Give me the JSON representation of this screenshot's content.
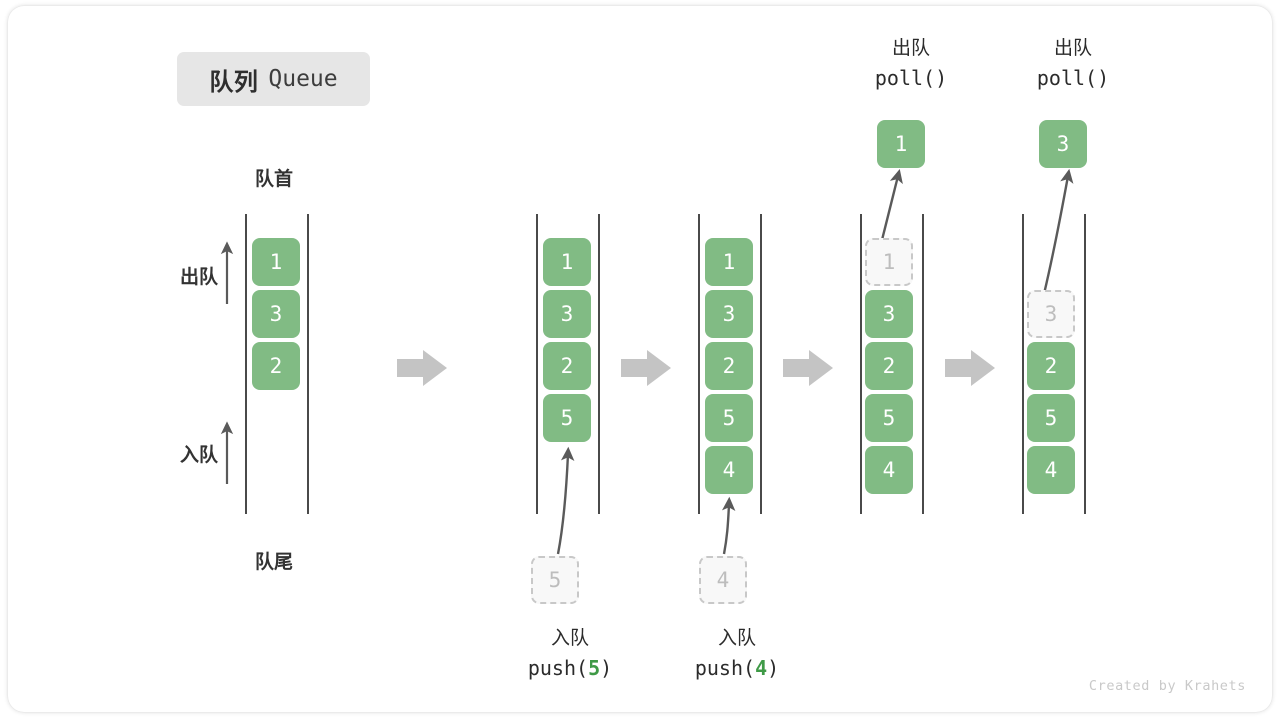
{
  "title": {
    "cn": "队列",
    "en": "Queue"
  },
  "labels": {
    "front": "队首",
    "rear": "队尾",
    "dequeue": "出队",
    "enqueue": "入队"
  },
  "colors": {
    "element": "#81bb84",
    "ghost_border": "#c8c8c8",
    "ghost_fill": "#f8f8f8",
    "rail": "#4a4a4a",
    "arrow": "#5a5a5a",
    "step_arrow": "#c4c4c4",
    "badge_bg": "#e6e6e6",
    "code_number": "#3f9a47",
    "credit": "#c9c9c9"
  },
  "stages": [
    {
      "name": "initial",
      "cells": [
        "1",
        "3",
        "2"
      ],
      "ghost_top": null,
      "ghost_top_slot": null,
      "popped": null,
      "incoming": null,
      "caption_cn": null,
      "caption_fn": null,
      "caption_arg": null
    },
    {
      "name": "push-5",
      "cells": [
        "1",
        "3",
        "2",
        "5"
      ],
      "ghost_top": null,
      "ghost_top_slot": null,
      "popped": null,
      "incoming": "5",
      "caption_cn": "入队",
      "caption_fn": "push",
      "caption_arg": "5"
    },
    {
      "name": "push-4",
      "cells": [
        "1",
        "3",
        "2",
        "5",
        "4"
      ],
      "ghost_top": null,
      "ghost_top_slot": null,
      "popped": null,
      "incoming": "4",
      "caption_cn": "入队",
      "caption_fn": "push",
      "caption_arg": "4"
    },
    {
      "name": "poll-1",
      "cells": [
        "3",
        "2",
        "5",
        "4"
      ],
      "ghost_top": "1",
      "ghost_top_slot": 0,
      "popped": "1",
      "incoming": null,
      "caption_cn": "出队",
      "caption_fn": "poll",
      "caption_arg": ""
    },
    {
      "name": "poll-3",
      "cells": [
        "2",
        "5",
        "4"
      ],
      "ghost_top": "3",
      "ghost_top_slot": 1,
      "popped": "3",
      "incoming": null,
      "caption_cn": "出队",
      "caption_fn": "poll",
      "caption_arg": ""
    }
  ],
  "credit": "Created by Krahets"
}
